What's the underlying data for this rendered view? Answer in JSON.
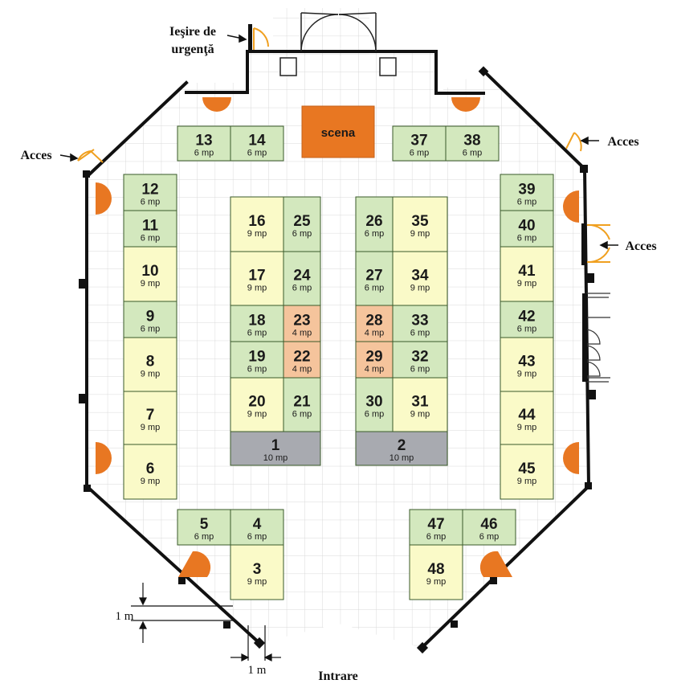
{
  "labels": {
    "emergency_exit_line1": "Ieşire de",
    "emergency_exit_line2": "urgenţă",
    "access": "Acces",
    "entrance": "Intrare",
    "stage": "scena",
    "scale_vertical": "1 m",
    "scale_horizontal": "1 m"
  },
  "colors": {
    "booth_green": "#d3e8be",
    "booth_yellow": "#fafac8",
    "booth_orange": "#f5c49c",
    "booth_gray": "#a8aab0",
    "stage": "#e87722",
    "column": "#e87722",
    "door": "#f0a020",
    "wall": "#111111",
    "grid": "#d9d9d9"
  },
  "booths": [
    {
      "num": "1",
      "area": "10 mp",
      "color": "gray"
    },
    {
      "num": "2",
      "area": "10 mp",
      "color": "gray"
    },
    {
      "num": "3",
      "area": "9 mp",
      "color": "yellow"
    },
    {
      "num": "4",
      "area": "6 mp",
      "color": "green"
    },
    {
      "num": "5",
      "area": "6 mp",
      "color": "green"
    },
    {
      "num": "6",
      "area": "9 mp",
      "color": "yellow"
    },
    {
      "num": "7",
      "area": "9 mp",
      "color": "yellow"
    },
    {
      "num": "8",
      "area": "9 mp",
      "color": "yellow"
    },
    {
      "num": "9",
      "area": "6 mp",
      "color": "green"
    },
    {
      "num": "10",
      "area": "9 mp",
      "color": "yellow"
    },
    {
      "num": "11",
      "area": "6 mp",
      "color": "green"
    },
    {
      "num": "12",
      "area": "6 mp",
      "color": "green"
    },
    {
      "num": "13",
      "area": "6 mp",
      "color": "green"
    },
    {
      "num": "14",
      "area": "6 mp",
      "color": "green"
    },
    {
      "num": "16",
      "area": "9 mp",
      "color": "yellow"
    },
    {
      "num": "17",
      "area": "9 mp",
      "color": "yellow"
    },
    {
      "num": "18",
      "area": "6 mp",
      "color": "green"
    },
    {
      "num": "19",
      "area": "6 mp",
      "color": "green"
    },
    {
      "num": "20",
      "area": "9 mp",
      "color": "yellow"
    },
    {
      "num": "21",
      "area": "6 mp",
      "color": "green"
    },
    {
      "num": "22",
      "area": "4 mp",
      "color": "orange"
    },
    {
      "num": "23",
      "area": "4 mp",
      "color": "orange"
    },
    {
      "num": "24",
      "area": "6 mp",
      "color": "green"
    },
    {
      "num": "25",
      "area": "6 mp",
      "color": "green"
    },
    {
      "num": "26",
      "area": "6 mp",
      "color": "green"
    },
    {
      "num": "27",
      "area": "6 mp",
      "color": "green"
    },
    {
      "num": "28",
      "area": "4 mp",
      "color": "orange"
    },
    {
      "num": "29",
      "area": "4 mp",
      "color": "orange"
    },
    {
      "num": "30",
      "area": "6 mp",
      "color": "green"
    },
    {
      "num": "31",
      "area": "9 mp",
      "color": "yellow"
    },
    {
      "num": "32",
      "area": "6 mp",
      "color": "green"
    },
    {
      "num": "33",
      "area": "6 mp",
      "color": "green"
    },
    {
      "num": "34",
      "area": "9 mp",
      "color": "yellow"
    },
    {
      "num": "35",
      "area": "9 mp",
      "color": "yellow"
    },
    {
      "num": "37",
      "area": "6 mp",
      "color": "green"
    },
    {
      "num": "38",
      "area": "6 mp",
      "color": "green"
    },
    {
      "num": "39",
      "area": "6 mp",
      "color": "green"
    },
    {
      "num": "40",
      "area": "6 mp",
      "color": "green"
    },
    {
      "num": "41",
      "area": "9 mp",
      "color": "yellow"
    },
    {
      "num": "42",
      "area": "6 mp",
      "color": "green"
    },
    {
      "num": "43",
      "area": "9 mp",
      "color": "yellow"
    },
    {
      "num": "44",
      "area": "9 mp",
      "color": "yellow"
    },
    {
      "num": "45",
      "area": "9 mp",
      "color": "yellow"
    },
    {
      "num": "46",
      "area": "6 mp",
      "color": "green"
    },
    {
      "num": "47",
      "area": "6 mp",
      "color": "green"
    },
    {
      "num": "48",
      "area": "9 mp",
      "color": "yellow"
    }
  ]
}
